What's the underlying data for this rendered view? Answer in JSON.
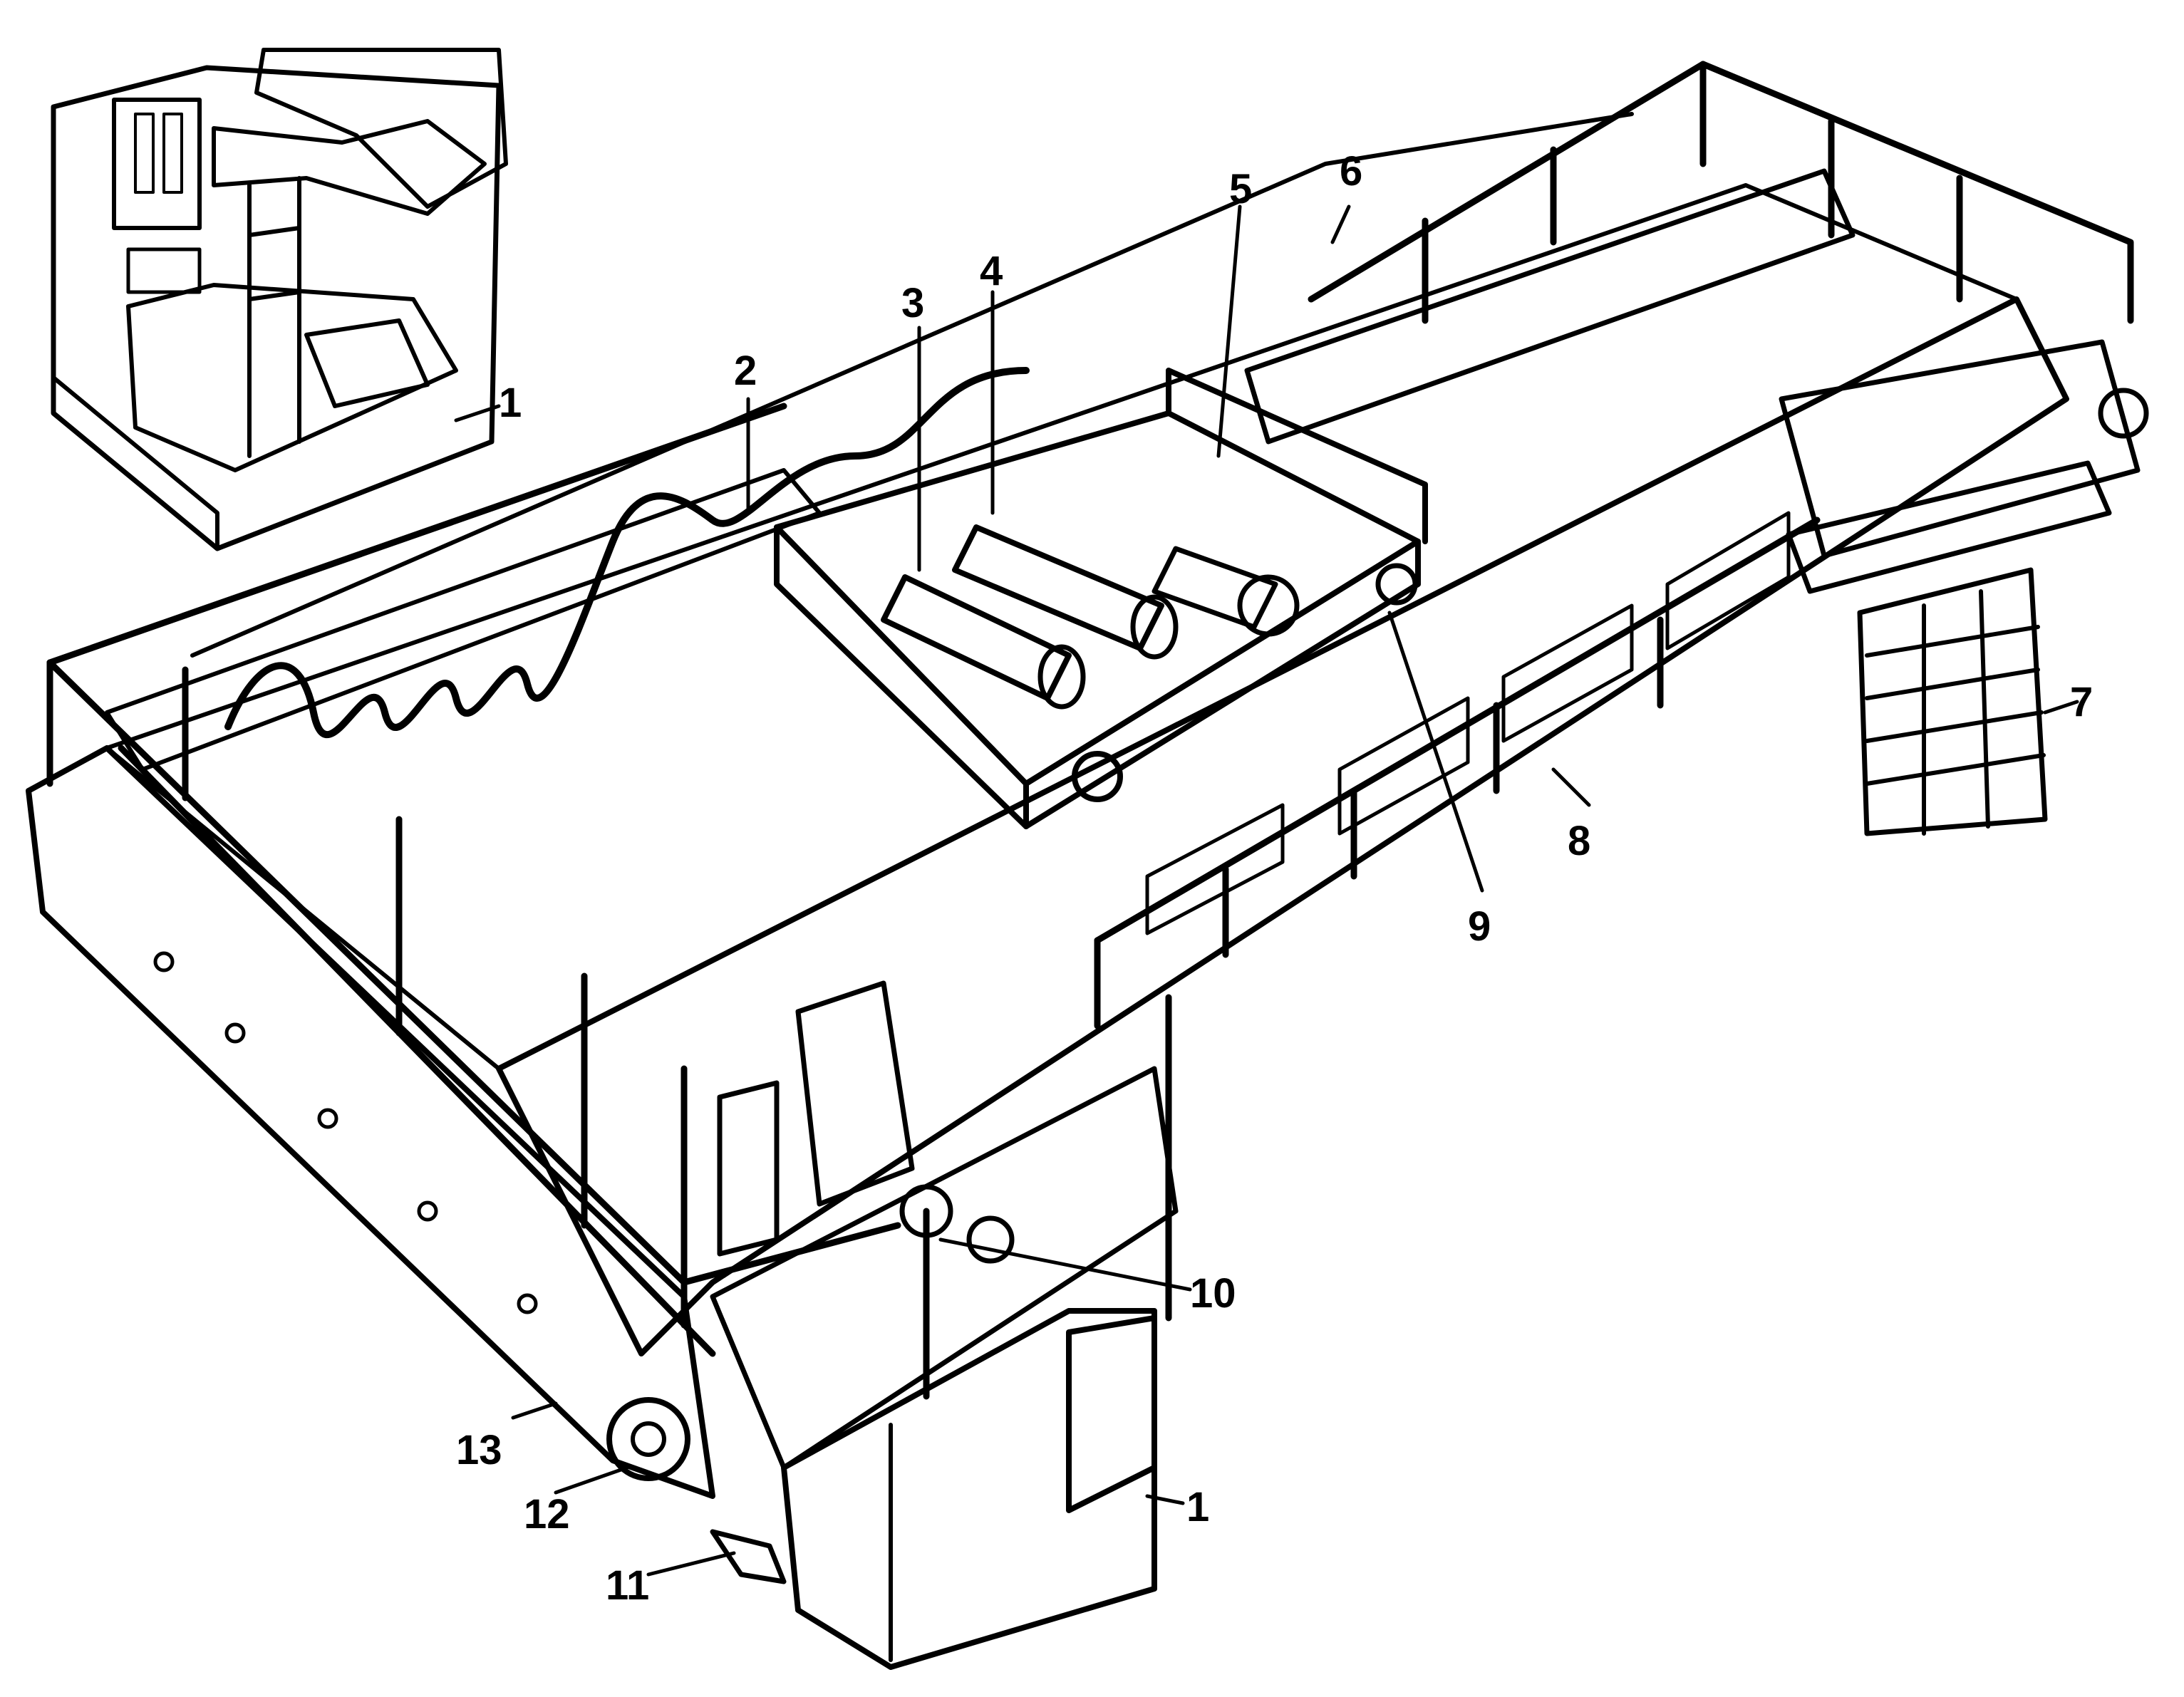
{
  "diagram": {
    "labels": {
      "inset_cab": "1",
      "cable": "2",
      "drum_left": "3",
      "drum_right": "4",
      "trolley": "5",
      "wire": "6",
      "platform_ladder": "7",
      "girder": "8",
      "trolley_wheel": "9",
      "bridge_drive": "10",
      "rail": "11",
      "wheel": "12",
      "end_beam": "13",
      "cab": "1"
    }
  }
}
